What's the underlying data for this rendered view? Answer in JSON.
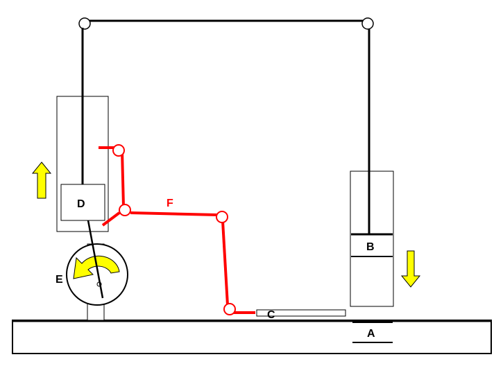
{
  "labels": {
    "a": "A",
    "b": "B",
    "c": "C",
    "d": "D",
    "e": "E",
    "f": "F"
  },
  "colors": {
    "outline": "#000000",
    "linkage": "#ff0000",
    "arrow": "#ffff00",
    "background": "#ffffff"
  },
  "arrows": {
    "piston_d_direction": "up",
    "piston_b_direction": "down",
    "wheel_e_rotation": "counterclockwise"
  }
}
